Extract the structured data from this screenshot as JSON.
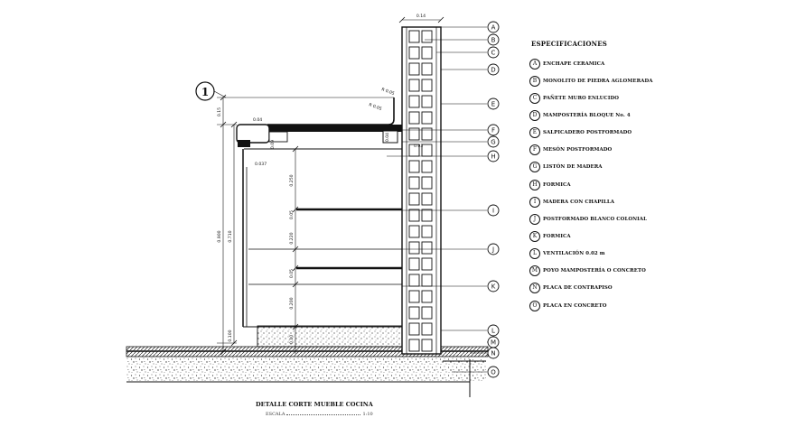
{
  "legend": {
    "title": "ESPECIFICACIONES",
    "items": [
      {
        "letter": "A",
        "text": "ENCHAPE CERAMICA"
      },
      {
        "letter": "B",
        "text": "MONOLITO DE PIEDRA AGLOMERADA"
      },
      {
        "letter": "C",
        "text": "PAÑETE MURO ENLUCIDO"
      },
      {
        "letter": "D",
        "text": "MAMPOSTERÍA BLOQUE No. 4"
      },
      {
        "letter": "E",
        "text": "SALPICADERO POSTFORMADO"
      },
      {
        "letter": "F",
        "text": "MESÓN POSTFORMADO"
      },
      {
        "letter": "G",
        "text": "LISTÓN DE MADERA"
      },
      {
        "letter": "H",
        "text": "FORMICA"
      },
      {
        "letter": "I",
        "text": "MADERA CON CHAPILLA"
      },
      {
        "letter": "J",
        "text": "POSTFORMADO BLANCO COLONIAL"
      },
      {
        "letter": "K",
        "text": "FORMICA"
      },
      {
        "letter": "L",
        "text": "VENTILACIÓN 0.02 m"
      },
      {
        "letter": "M",
        "text": "POYO MAMPOSTERÍA O CONCRETO"
      },
      {
        "letter": "N",
        "text": "PLACA DE CONTRAPISO"
      },
      {
        "letter": "O",
        "text": "PLACA EN CONCRETO"
      }
    ]
  },
  "callouts": [
    "A",
    "B",
    "C",
    "D",
    "E",
    "F",
    "G",
    "H",
    "I",
    "J",
    "K",
    "L",
    "M",
    "N",
    "O"
  ],
  "section_marker": "1",
  "dimensions": {
    "wall_top": "0.14",
    "left_outer": "0.900",
    "left_inner": "0.710",
    "left_top": "0.15",
    "left_bottom": "0.100",
    "col_1": "0.250",
    "col_2": "0.05",
    "col_3": "0.220",
    "col_4": "0.05",
    "col_5": "0.200",
    "col_6": "0.10",
    "small_1": "0.04",
    "small_2": "0.037",
    "small_3": "0.09",
    "splash_1": "R 0.05",
    "splash_2": "R 0.05",
    "right_1": "0.04",
    "right_2": "0.03"
  },
  "caption": "DETALLE CORTE MUEBLE COCINA",
  "scale_label": "ESCALA",
  "scale_value": "1:10",
  "colors": {
    "line": "#111111",
    "hatch": "#333333",
    "background": "#ffffff"
  }
}
